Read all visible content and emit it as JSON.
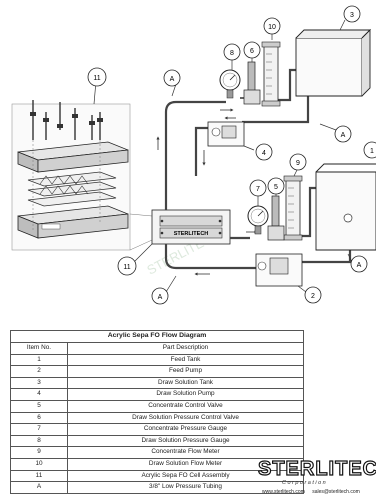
{
  "diagram": {
    "callouts": {
      "c1": "1",
      "c2": "2",
      "c3": "3",
      "c4": "4",
      "c5": "5",
      "c6": "6",
      "c7": "7",
      "c8": "8",
      "c9": "9",
      "c10": "10",
      "c11a": "11",
      "c11b": "11"
    },
    "tubing_marks": {
      "a1": "A",
      "a2": "A",
      "a3": "A",
      "a4": "A"
    },
    "cell_label": "STERLITECH",
    "watermark": "STERLITECH"
  },
  "legend": {
    "title": "Acrylic Sepa FO Flow Diagram",
    "header_item": "Item No.",
    "header_desc": "Part Description",
    "rows": [
      {
        "item": "1",
        "desc": "Feed Tank"
      },
      {
        "item": "2",
        "desc": "Feed Pump"
      },
      {
        "item": "3",
        "desc": "Draw Solution Tank"
      },
      {
        "item": "4",
        "desc": "Draw Solution Pump"
      },
      {
        "item": "5",
        "desc": "Concentrate Control Valve"
      },
      {
        "item": "6",
        "desc": "Draw Solution Pressure Control Valve"
      },
      {
        "item": "7",
        "desc": "Concentrate Pressure Gauge"
      },
      {
        "item": "8",
        "desc": "Draw Solution Pressure Gauge"
      },
      {
        "item": "9",
        "desc": "Concentrate Flow Meter"
      },
      {
        "item": "10",
        "desc": "Draw Solution Flow Meter"
      },
      {
        "item": "11",
        "desc": "Acrylic Sepa FO Cell Assembly"
      },
      {
        "item": "A",
        "desc": "3/8\" Low Pressure Tubing"
      }
    ]
  },
  "brand": {
    "name": "STERLITECH",
    "tagline": "Corporation",
    "website": "www.sterlitech.com",
    "email": "sales@sterlitech.com"
  }
}
